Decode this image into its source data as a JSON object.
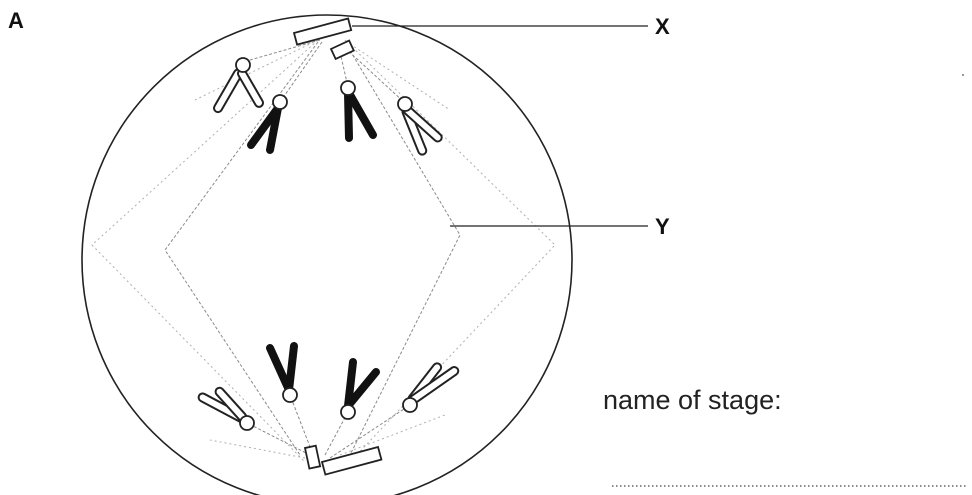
{
  "panel_label": "A",
  "labels": {
    "x": "X",
    "y": "Y"
  },
  "stage_prompt": "name of stage:",
  "colors": {
    "ink": "#222222",
    "spindle": "#8a8a8a",
    "background": "#ffffff"
  }
}
